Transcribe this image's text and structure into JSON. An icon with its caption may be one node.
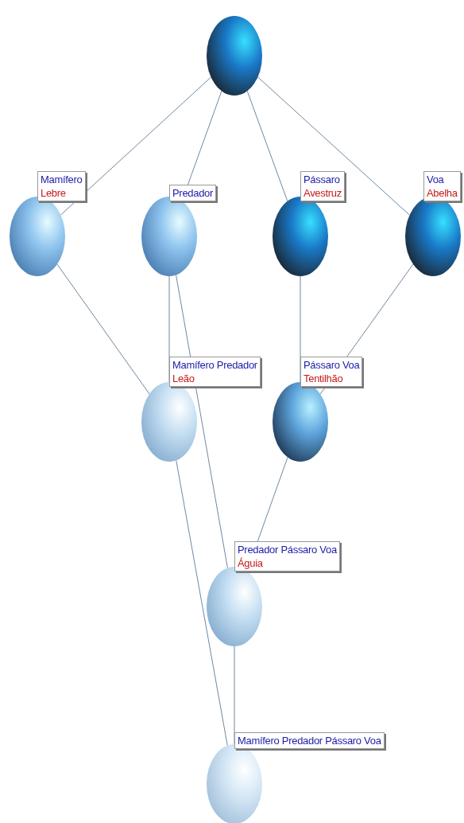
{
  "diagram": {
    "nodes": [
      {
        "text": [],
        "shape": "circle"
      },
      {
        "text": [],
        "shape": "circle",
        "beside": [
          "Mamífero",
          "Lebre"
        ]
      },
      {
        "text": [],
        "shape": "circle",
        "beside": [
          "Predador"
        ]
      },
      {
        "text": [],
        "shape": "circle",
        "beside": [
          "Pássaro",
          "Avestruz"
        ]
      },
      {
        "text": [],
        "shape": "circle",
        "beside": [
          "Voa",
          "Abelha"
        ]
      },
      {
        "text": [],
        "shape": "circle",
        "beside": [
          "Mamífero Predador",
          "Leão"
        ]
      },
      {
        "text": [],
        "shape": "circle",
        "beside": [
          "Pássaro Voa",
          "Tentilhão"
        ]
      },
      {
        "text": [],
        "shape": "circle",
        "beside": [
          "Predador Pássaro Voa",
          "Águia"
        ]
      },
      {
        "text": [],
        "shape": "circle",
        "beside": [
          "Mamífero Predador Pássaro Voa"
        ]
      }
    ],
    "edges": [
      {
        "from": 0,
        "to": 1,
        "arrow": "none"
      },
      {
        "from": 0,
        "to": 2,
        "arrow": "none"
      },
      {
        "from": 0,
        "to": 3,
        "arrow": "none"
      },
      {
        "from": 0,
        "to": 4,
        "arrow": "none"
      },
      {
        "from": 1,
        "to": 5,
        "arrow": "none"
      },
      {
        "from": 2,
        "to": 5,
        "arrow": "none"
      },
      {
        "from": 2,
        "to": 7,
        "arrow": "none"
      },
      {
        "from": 3,
        "to": 6,
        "arrow": "none"
      },
      {
        "from": 4,
        "to": 6,
        "arrow": "none"
      },
      {
        "from": 6,
        "to": 7,
        "arrow": "none"
      },
      {
        "from": 5,
        "to": 8,
        "arrow": "none"
      },
      {
        "from": 7,
        "to": 8,
        "arrow": "none"
      }
    ]
  }
}
